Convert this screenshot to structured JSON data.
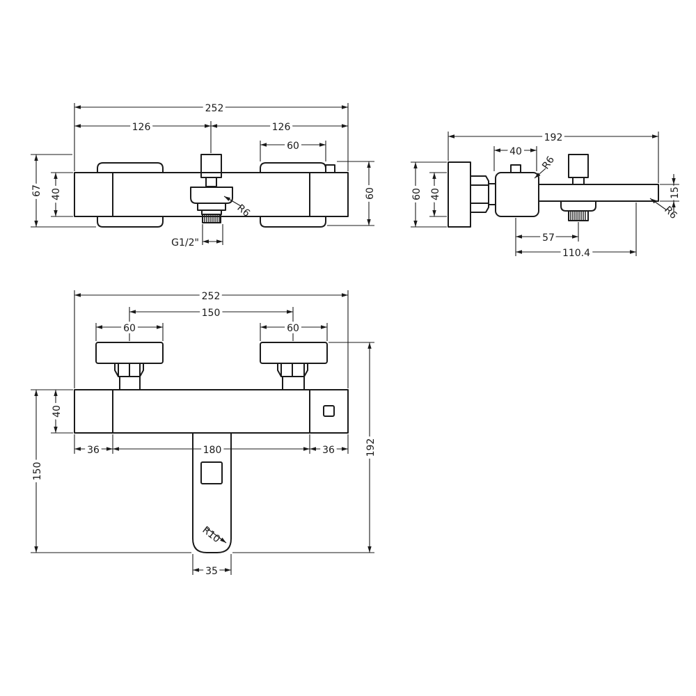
{
  "views": {
    "front": {
      "overall_width": "252",
      "left_half": "126",
      "right_half": "126",
      "handle_width": "60",
      "overall_height": "67",
      "body_height": "40",
      "side_height": "60",
      "inlet_radius": "R6",
      "thread": "G1/2\""
    },
    "side": {
      "overall_depth": "192",
      "valve_width": "40",
      "valve_radius": "R6",
      "wall_plate_height": "60",
      "body_height": "40",
      "spout_thickness": "15",
      "spout_radius": "R6",
      "outlet_offset": "57",
      "spout_reach": "110.4"
    },
    "top": {
      "overall_width": "252",
      "handle_centers": "150",
      "left_handle_width": "60",
      "right_handle_width": "60",
      "body_depth": "40",
      "left_end": "36",
      "middle_span": "180",
      "right_end": "36",
      "spout_length": "150",
      "total_depth": "192",
      "spout_radius": "R10",
      "spout_width": "35"
    }
  }
}
